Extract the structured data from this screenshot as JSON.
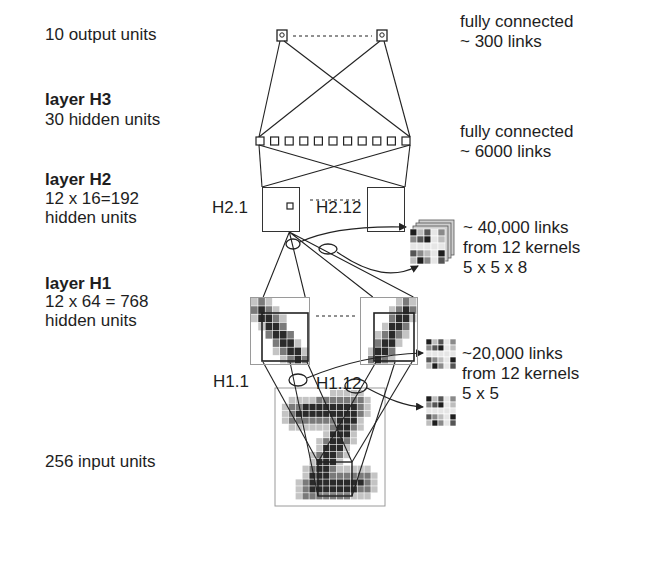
{
  "diagram": {
    "nodes": [
      {
        "text": [
          "H2.1"
        ]
      },
      {
        "text": [
          "H2.12"
        ]
      },
      {
        "text": [
          "H1.1"
        ]
      },
      {
        "text": [
          "H1.12"
        ]
      }
    ],
    "edges": [
      {
        "from": 2,
        "to": 0,
        "arrow": "none"
      },
      {
        "from": 3,
        "to": 0,
        "arrow": "none"
      }
    ],
    "labels": [
      "10 output units",
      "fully connected",
      "~ 300 links",
      "layer H3",
      "30 hidden units",
      "fully connected",
      "~ 6000 links",
      "layer H2",
      "12 x 16=192",
      "hidden units",
      "~ 40,000 links",
      "from 12 kernels",
      "5 x 5 x 8",
      "layer H1",
      "12 x 64 = 768",
      "hidden units",
      "~20,000 links",
      "from 12 kernels",
      "5 x 5",
      "256 input units"
    ]
  }
}
